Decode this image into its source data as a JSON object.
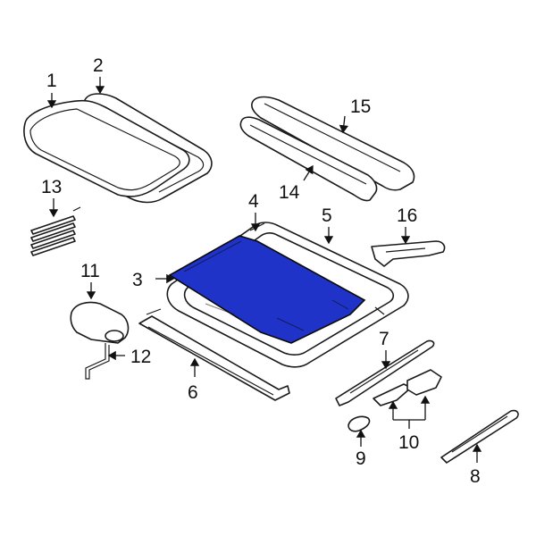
{
  "callouts": [
    {
      "id": "1",
      "label": "1"
    },
    {
      "id": "2",
      "label": "2"
    },
    {
      "id": "3",
      "label": "3"
    },
    {
      "id": "4",
      "label": "4"
    },
    {
      "id": "5",
      "label": "5"
    },
    {
      "id": "6",
      "label": "6"
    },
    {
      "id": "7",
      "label": "7"
    },
    {
      "id": "8",
      "label": "8"
    },
    {
      "id": "9",
      "label": "9"
    },
    {
      "id": "10",
      "label": "10"
    },
    {
      "id": "11",
      "label": "11"
    },
    {
      "id": "12",
      "label": "12"
    },
    {
      "id": "13",
      "label": "13"
    },
    {
      "id": "14",
      "label": "14"
    },
    {
      "id": "15",
      "label": "15"
    },
    {
      "id": "16",
      "label": "16"
    }
  ],
  "highlight_color": "#1f33c8"
}
